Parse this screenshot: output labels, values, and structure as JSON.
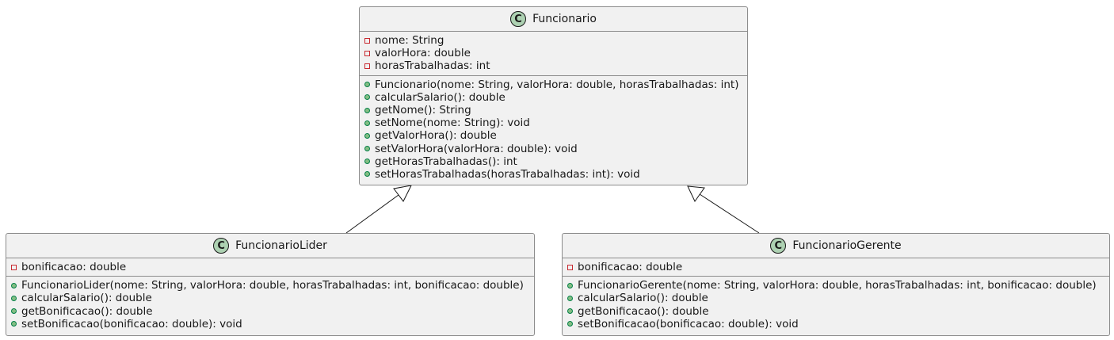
{
  "colors": {
    "class_fill": "#f1f1f1",
    "border": "#8c8c8c",
    "class_icon_fill": "#add1b2",
    "private_marker": "#c82930",
    "public_marker": "#84be84"
  },
  "classes": {
    "funcionario": {
      "stereotype_icon": "C",
      "name": "Funcionario",
      "attributes": [
        {
          "visibility": "private",
          "text": "nome: String"
        },
        {
          "visibility": "private",
          "text": "valorHora: double"
        },
        {
          "visibility": "private",
          "text": "horasTrabalhadas: int"
        }
      ],
      "methods": [
        {
          "visibility": "public",
          "text": "Funcionario(nome: String, valorHora: double, horasTrabalhadas: int)"
        },
        {
          "visibility": "public",
          "text": "calcularSalario(): double"
        },
        {
          "visibility": "public",
          "text": "getNome(): String"
        },
        {
          "visibility": "public",
          "text": "setNome(nome: String): void"
        },
        {
          "visibility": "public",
          "text": "getValorHora(): double"
        },
        {
          "visibility": "public",
          "text": "setValorHora(valorHora: double): void"
        },
        {
          "visibility": "public",
          "text": "getHorasTrabalhadas(): int"
        },
        {
          "visibility": "public",
          "text": "setHorasTrabalhadas(horasTrabalhadas: int): void"
        }
      ]
    },
    "funcionario_lider": {
      "stereotype_icon": "C",
      "name": "FuncionarioLider",
      "attributes": [
        {
          "visibility": "private",
          "text": "bonificacao: double"
        }
      ],
      "methods": [
        {
          "visibility": "public",
          "text": "FuncionarioLider(nome: String, valorHora: double, horasTrabalhadas: int, bonificacao: double)"
        },
        {
          "visibility": "public",
          "text": "calcularSalario(): double"
        },
        {
          "visibility": "public",
          "text": "getBonificacao(): double"
        },
        {
          "visibility": "public",
          "text": "setBonificacao(bonificacao: double): void"
        }
      ]
    },
    "funcionario_gerente": {
      "stereotype_icon": "C",
      "name": "FuncionarioGerente",
      "attributes": [
        {
          "visibility": "private",
          "text": "bonificacao: double"
        }
      ],
      "methods": [
        {
          "visibility": "public",
          "text": "FuncionarioGerente(nome: String, valorHora: double, horasTrabalhadas: int, bonificacao: double)"
        },
        {
          "visibility": "public",
          "text": "calcularSalario(): double"
        },
        {
          "visibility": "public",
          "text": "getBonificacao(): double"
        },
        {
          "visibility": "public",
          "text": "setBonificacao(bonificacao: double): void"
        }
      ]
    }
  },
  "relations": [
    {
      "type": "inheritance",
      "from": "FuncionarioLider",
      "to": "Funcionario"
    },
    {
      "type": "inheritance",
      "from": "FuncionarioGerente",
      "to": "Funcionario"
    }
  ]
}
